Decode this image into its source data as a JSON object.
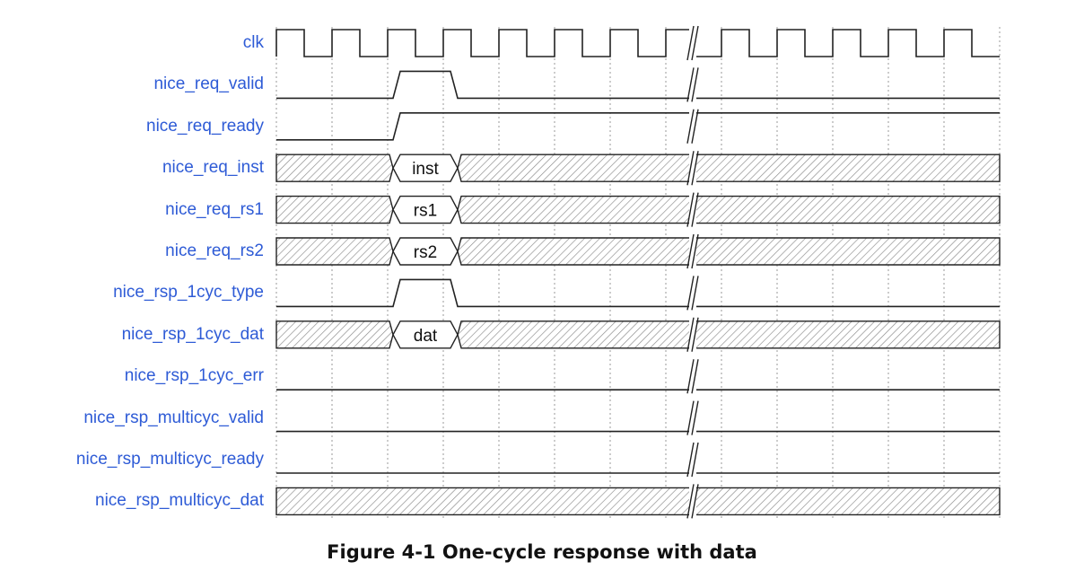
{
  "figure": {
    "caption": "Figure 4-1 One-cycle response with data"
  },
  "signals": [
    {
      "name": "clk",
      "kind": "clock"
    },
    {
      "name": "nice_req_valid",
      "kind": "pulse"
    },
    {
      "name": "nice_req_ready",
      "kind": "step"
    },
    {
      "name": "nice_req_inst",
      "kind": "bus",
      "value": "inst"
    },
    {
      "name": "nice_req_rs1",
      "kind": "bus",
      "value": "rs1"
    },
    {
      "name": "nice_req_rs2",
      "kind": "bus",
      "value": "rs2"
    },
    {
      "name": "nice_rsp_1cyc_type",
      "kind": "pulse"
    },
    {
      "name": "nice_rsp_1cyc_dat",
      "kind": "bus",
      "value": "dat"
    },
    {
      "name": "nice_rsp_1cyc_err",
      "kind": "low"
    },
    {
      "name": "nice_rsp_multicyc_valid",
      "kind": "low"
    },
    {
      "name": "nice_rsp_multicyc_ready",
      "kind": "low"
    },
    {
      "name": "nice_rsp_multicyc_dat",
      "kind": "bus_x"
    }
  ],
  "colors": {
    "label": "#2e5bd6",
    "line": "#222222",
    "hatch": "#8a8a8a",
    "grid": "#9a9a9a"
  },
  "icons": {
    "time_break": "double-slash-break-icon"
  }
}
